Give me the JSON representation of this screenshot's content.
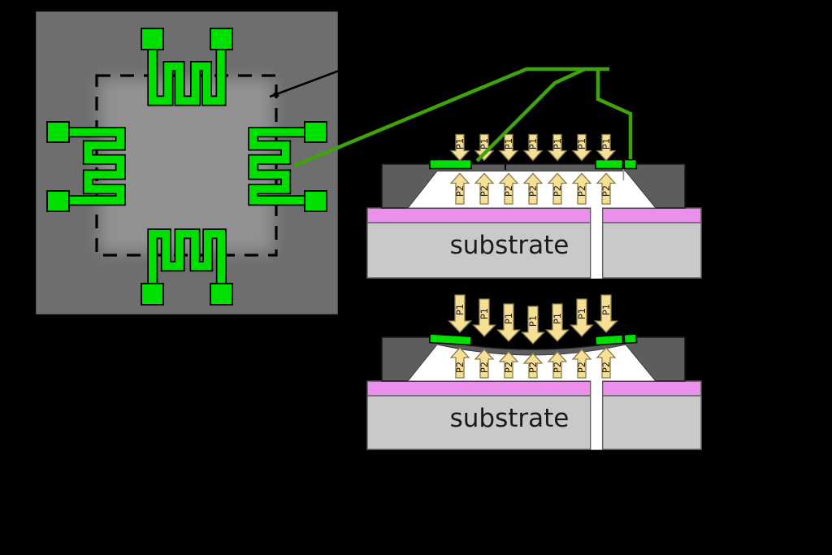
{
  "labels": {
    "substrate": "substrate",
    "p1": "P1",
    "p2": "P2"
  },
  "colors": {
    "background": "#000000",
    "chip_gray": "#6e6e6e",
    "membrane_glow_gray": "#929292",
    "resistor_green": "#00e000",
    "pointer_green": "#3fa30c",
    "body_dark_gray": "#5d5d5d",
    "cavity_white": "#ffffff",
    "oxide_magenta": "#ea8fea",
    "substrate_gray": "#c9c9c9",
    "arrow_fill": "#f6e095",
    "arrow_stroke": "#8a7c4e",
    "outline_black": "#000000"
  },
  "top_view": {
    "resistors": [
      "north",
      "east",
      "south",
      "west"
    ],
    "bond_pad_count": 8
  },
  "cross_sections": [
    {
      "state": "flat-membrane",
      "substrate_label": "substrate",
      "p1_arrow_count": 7,
      "p2_arrow_count": 7
    },
    {
      "state": "deflected-membrane",
      "substrate_label": "substrate",
      "p1_arrow_count": 7,
      "p2_arrow_count": 7
    }
  ]
}
